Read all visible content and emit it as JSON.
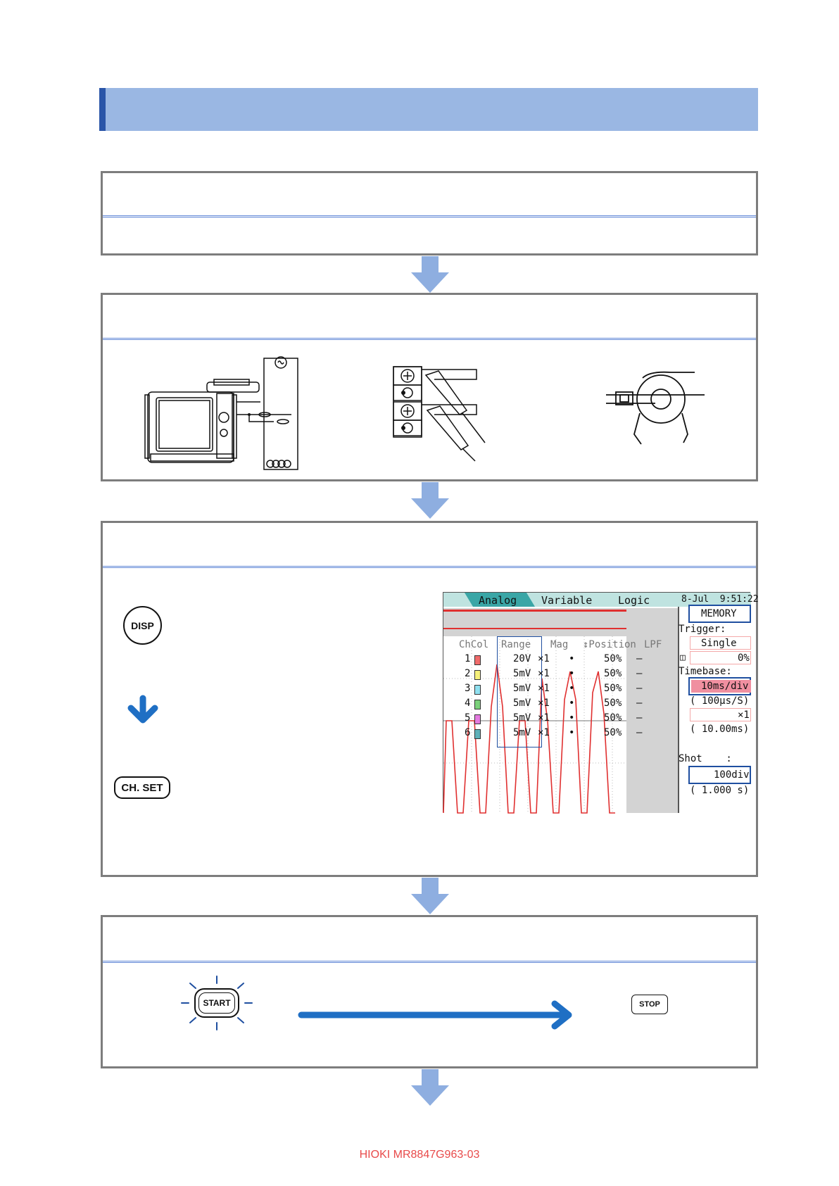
{
  "buttons": {
    "disp": "DISP",
    "ch_set": "CH. SET",
    "start": "START",
    "stop": "STOP"
  },
  "screen": {
    "tabs": [
      "Analog",
      "Variable",
      "Logic"
    ],
    "datetime": "8-Jul  9:51:22",
    "mode": "MEMORY",
    "trigger_label": "Trigger:",
    "trigger_value": "Single",
    "trigger_pos": "0%",
    "timebase_label": "Timebase:",
    "timebase_value": "10ms/div",
    "sample_rate": "( 100µs/S)",
    "mag": "×1",
    "time_window": "( 10.00ms)",
    "shot_label": "Shot    :",
    "shot_value": "100div",
    "shot_time": "( 1.000 s)",
    "columns": [
      "ChCol",
      "Range",
      "Mag",
      "↕Position",
      "LPF"
    ],
    "rows": [
      {
        "ch": "1",
        "color": "#f06a6a",
        "range": "20V",
        "mag": "×1",
        "dot": "•",
        "pos": "50%",
        "lpf": "–"
      },
      {
        "ch": "2",
        "color": "#f5f07a",
        "range": "5mV",
        "mag": "×1",
        "dot": "•",
        "pos": "50%",
        "lpf": "–"
      },
      {
        "ch": "3",
        "color": "#8fe0f0",
        "range": "5mV",
        "mag": "×1",
        "dot": "•",
        "pos": "50%",
        "lpf": "–"
      },
      {
        "ch": "4",
        "color": "#7ad07a",
        "range": "5mV",
        "mag": "×1",
        "dot": "•",
        "pos": "50%",
        "lpf": "–"
      },
      {
        "ch": "5",
        "color": "#e47ae0",
        "range": "5mV",
        "mag": "×1",
        "dot": "•",
        "pos": "50%",
        "lpf": "–"
      },
      {
        "ch": "6",
        "color": "#5fb0b8",
        "range": "5mV",
        "mag": "×1",
        "dot": "•",
        "pos": "50%",
        "lpf": "–"
      }
    ]
  },
  "colors": {
    "header": "#9ab7e3",
    "accent": "#2a55a8",
    "flow_arrow": "#8eaee0",
    "action_arrow": "#1f6fc4",
    "waveform": "#e03030",
    "footer": "#e84a4a"
  },
  "footer": "HIOKI MR8847G963-03"
}
